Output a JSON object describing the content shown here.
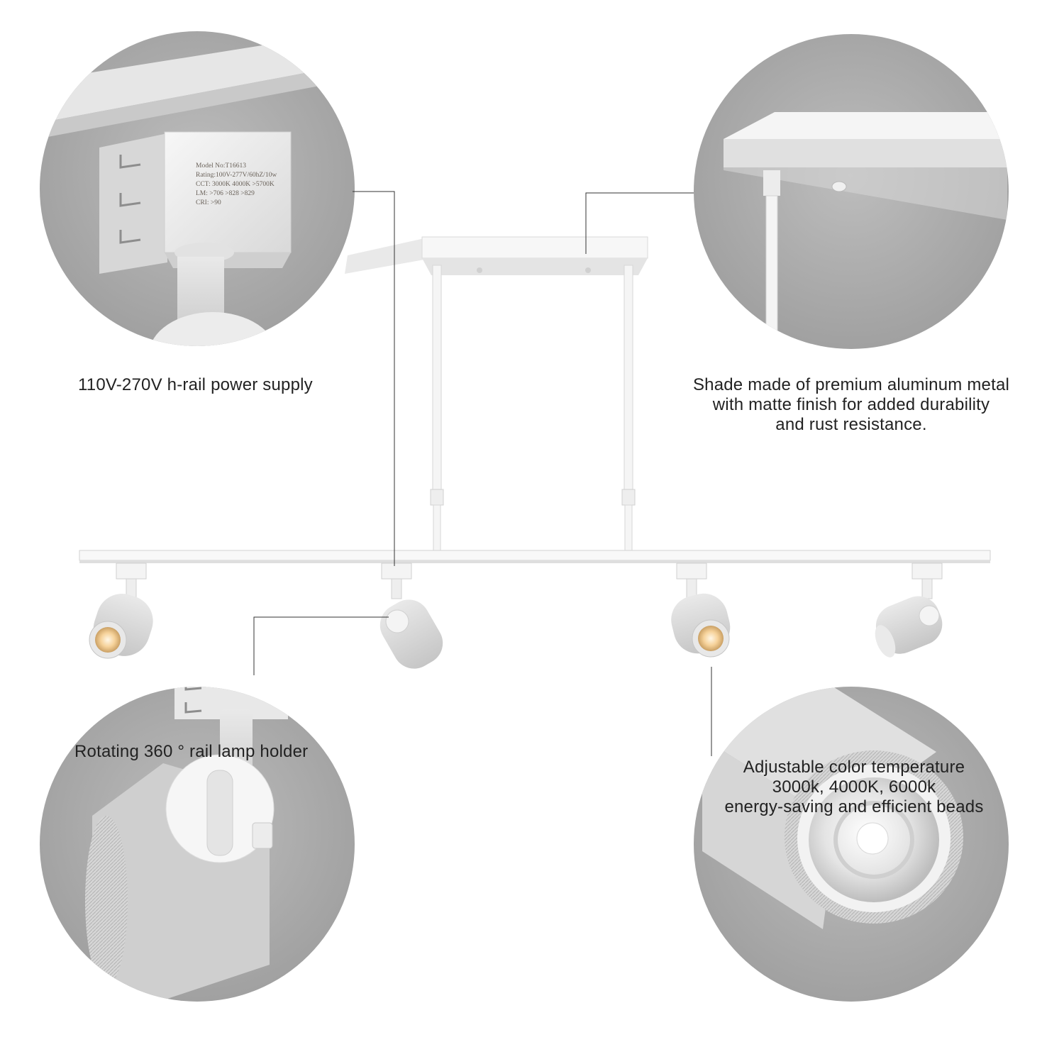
{
  "colors": {
    "background": "#ffffff",
    "fixture": "#f4f4f4",
    "circle_fill": "#a9a9a9",
    "leader_line": "#333333",
    "text": "#222222",
    "warm_light": "#f6d29a"
  },
  "captions": {
    "power_supply": "110V-270V h-rail power supply",
    "shade_material": [
      "Shade made of premium aluminum metal",
      "with matte finish for added durability",
      "and rust resistance."
    ],
    "lamp_holder": "Rotating 360 ° rail lamp holder",
    "color_temperature": [
      "Adjustable color temperature",
      "3000k, 4000K, 6000k",
      "energy-saving and efficient beads"
    ]
  },
  "rating_label": {
    "model": "Model No:T16613",
    "rating": "Rating:100V-277V/60hZ/10w",
    "cct": "CCT: 3000K  4000K  >5700K",
    "lm": "LM:    >706   >828   >829",
    "cri": "CRI: >90"
  },
  "icons": [
    "arrow-direction-icon"
  ]
}
